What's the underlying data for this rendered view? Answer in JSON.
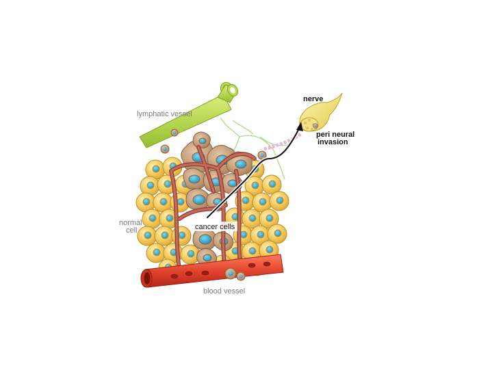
{
  "labels": {
    "lymphatic": "lymphatic vessel",
    "nerve": "nerve",
    "peri_line1": "peri neural",
    "peri_line2": "invasion",
    "normal_line1": "normal",
    "normal_line2": "cell",
    "cancer": "cancer cells",
    "blood": "blood vessel"
  },
  "colors": {
    "normal_cell": "#f2c75a",
    "normal_cell_edge": "#c99a2e",
    "nucleus": "#2aa7c9",
    "cancer_cell": "#c9a27a",
    "capillary": "#b5574a",
    "blood_vessel": "#e04a33",
    "lymph_vessel": "#b5d84a",
    "nerve": "#f3e27a"
  },
  "icons": [
    "lymphatic-vessel-icon",
    "nerve-icon",
    "blood-vessel-icon",
    "arrow-icon"
  ]
}
